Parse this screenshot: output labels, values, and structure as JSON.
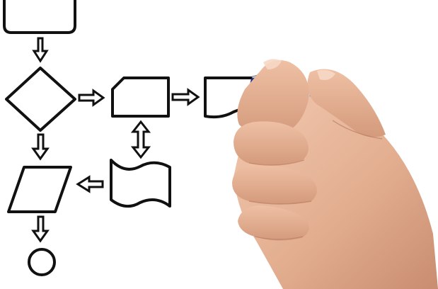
{
  "flowchart": {
    "shapes": [
      {
        "kind": "terminator",
        "label": ""
      },
      {
        "kind": "decision",
        "label": ""
      },
      {
        "kind": "card",
        "label": ""
      },
      {
        "kind": "document",
        "label": ""
      },
      {
        "kind": "punched-tape",
        "label": ""
      },
      {
        "kind": "input-output",
        "label": ""
      },
      {
        "kind": "connector",
        "label": ""
      }
    ],
    "arrows": [
      {
        "from": "terminator",
        "to": "decision"
      },
      {
        "from": "decision",
        "to": "card"
      },
      {
        "from": "card",
        "to": "document"
      },
      {
        "from": "decision",
        "to": "input-output"
      },
      {
        "from": "card",
        "to": "punched-tape",
        "bidirectional": true
      },
      {
        "from": "punched-tape",
        "to": "input-output"
      },
      {
        "from": "input-output",
        "to": "connector"
      }
    ]
  },
  "colors": {
    "background": "#ffffff",
    "stroke": "#111111",
    "marker_blue": "#2f4fd6",
    "skin": "#e7b79a"
  },
  "icons": [
    "hand-with-marker"
  ]
}
